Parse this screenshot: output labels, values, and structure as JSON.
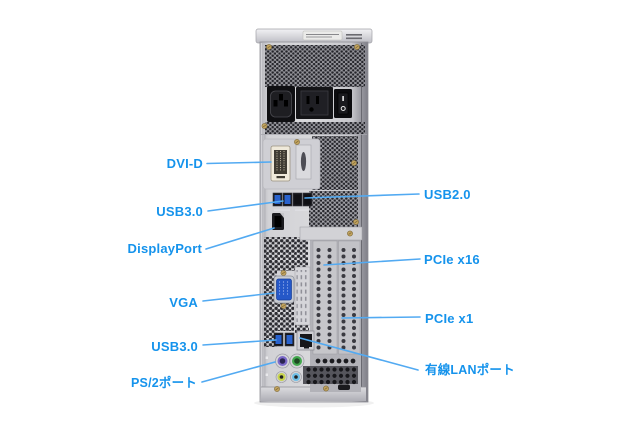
{
  "colors": {
    "background": "#ffffff",
    "label_text": "#1593ec",
    "leader_line": "#52aaf2",
    "usb3_port_blue": "#2a62cc",
    "vga_port_blue": "#2558c8",
    "ps2_keyboard_purple": "#7b68c8",
    "ps2_mouse_green": "#43a84e",
    "audio_jack_yellow": "#c8d44e",
    "audio_jack_blue": "#6fc0e8",
    "chassis_silver": "#cdcdd2"
  },
  "labels": {
    "left": [
      {
        "text": "DVI-D"
      },
      {
        "text": "USB3.0"
      },
      {
        "text": "DisplayPort"
      },
      {
        "text": "VGA"
      },
      {
        "text": "USB3.0"
      },
      {
        "text": "PS/2ポート"
      }
    ],
    "right": [
      {
        "text": "USB2.0"
      },
      {
        "text": "PCIe x16"
      },
      {
        "text": "PCIe x1"
      },
      {
        "text": "有線LANポート"
      }
    ]
  }
}
